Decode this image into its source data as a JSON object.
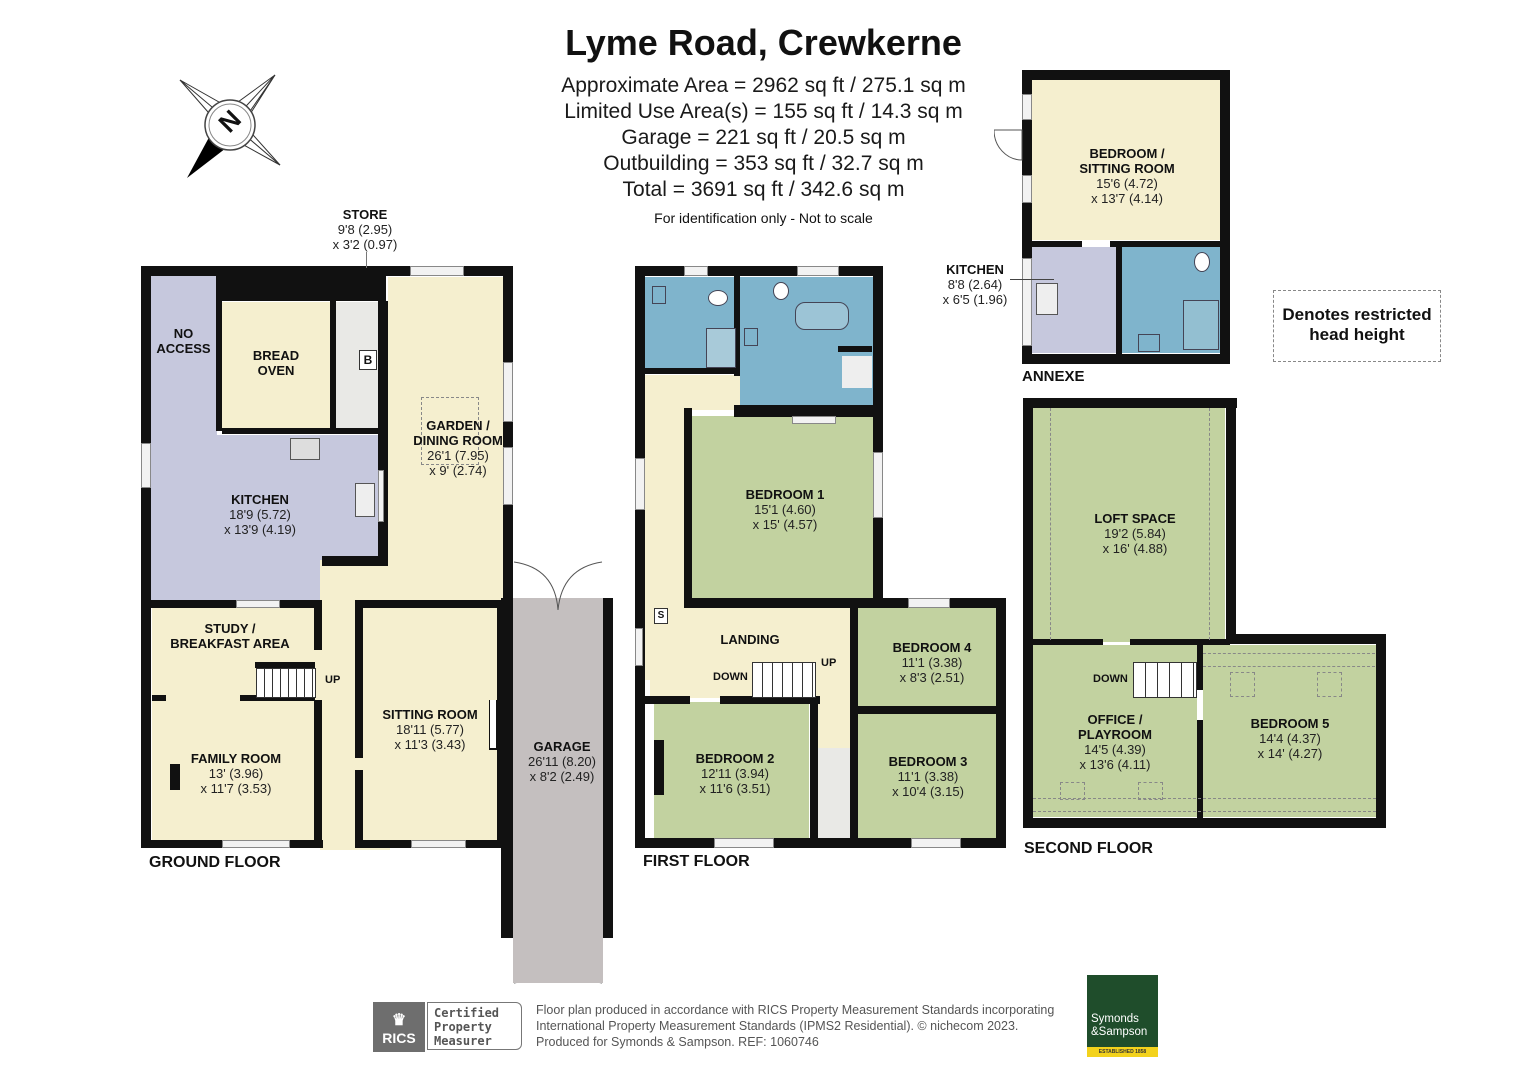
{
  "header": {
    "title": "Lyme Road, Crewkerne",
    "areas": [
      "Approximate Area = 2962 sq ft / 275.1 sq m",
      "Limited Use Area(s) = 155 sq ft / 14.3 sq m",
      "Garage = 221 sq ft / 20.5 sq m",
      "Outbuilding = 353 sq ft / 32.7 sq m",
      "Total = 3691 sq ft / 342.6 sq m"
    ],
    "note": "For identification only - Not to scale"
  },
  "compass": {
    "label": "N"
  },
  "ground_floor": {
    "label": "GROUND FLOOR",
    "rooms": {
      "store": {
        "name": "STORE",
        "dim1": "9'8 (2.95)",
        "dim2": "x 3'2 (0.97)"
      },
      "no_access": {
        "name1": "NO",
        "name2": "ACCESS"
      },
      "bread_oven": {
        "name1": "BREAD",
        "name2": "OVEN"
      },
      "boiler": {
        "name": "B"
      },
      "kitchen": {
        "name": "KITCHEN",
        "dim1": "18'9 (5.72)",
        "dim2": "x 13'9 (4.19)"
      },
      "garden_dining": {
        "name1": "GARDEN /",
        "name2": "DINING ROOM",
        "dim1": "26'1 (7.95)",
        "dim2": "x 9' (2.74)"
      },
      "study": {
        "name1": "STUDY /",
        "name2": "BREAKFAST AREA"
      },
      "family_room": {
        "name": "FAMILY ROOM",
        "dim1": "13' (3.96)",
        "dim2": "x 11'7 (3.53)"
      },
      "sitting_room": {
        "name": "SITTING ROOM",
        "dim1": "18'11 (5.77)",
        "dim2": "x 11'3 (3.43)"
      },
      "garage": {
        "name": "GARAGE",
        "dim1": "26'11 (8.20)",
        "dim2": "x 8'2 (2.49)"
      }
    },
    "stairs_label": "UP"
  },
  "first_floor": {
    "label": "FIRST FLOOR",
    "rooms": {
      "bedroom1": {
        "name": "BEDROOM 1",
        "dim1": "15'1 (4.60)",
        "dim2": "x 15' (4.57)"
      },
      "landing": {
        "name": "LANDING"
      },
      "bedroom2": {
        "name": "BEDROOM 2",
        "dim1": "12'11 (3.94)",
        "dim2": "x 11'6 (3.51)"
      },
      "bedroom3": {
        "name": "BEDROOM 3",
        "dim1": "11'1 (3.38)",
        "dim2": "x 10'4 (3.15)"
      },
      "bedroom4": {
        "name": "BEDROOM 4",
        "dim1": "11'1 (3.38)",
        "dim2": "x 8'3 (2.51)"
      },
      "store_s": {
        "name": "S"
      }
    },
    "stairs_down": "DOWN",
    "stairs_up": "UP"
  },
  "second_floor": {
    "label": "SECOND FLOOR",
    "rooms": {
      "loft": {
        "name": "LOFT SPACE",
        "dim1": "19'2 (5.84)",
        "dim2": "x 16' (4.88)"
      },
      "office": {
        "name1": "OFFICE /",
        "name2": "PLAYROOM",
        "dim1": "14'5 (4.39)",
        "dim2": "x 13'6 (4.11)"
      },
      "bedroom5": {
        "name": "BEDROOM 5",
        "dim1": "14'4 (4.37)",
        "dim2": "x 14' (4.27)"
      }
    },
    "stairs_down": "DOWN"
  },
  "annexe": {
    "label": "ANNEXE",
    "rooms": {
      "bed_sitting": {
        "name1": "BEDROOM /",
        "name2": "SITTING ROOM",
        "dim1": "15'6 (4.72)",
        "dim2": "x 13'7 (4.14)"
      },
      "kitchen": {
        "name": "KITCHEN",
        "dim1": "8'8 (2.64)",
        "dim2": "x 6'5 (1.96)"
      }
    }
  },
  "legend": {
    "line1": "Denotes restricted",
    "line2": "head height"
  },
  "footer": {
    "rics_logo": "RICS",
    "certified": [
      "Certified",
      "Property",
      "Measurer"
    ],
    "lines": [
      "Floor plan produced in accordance with RICS Property Measurement Standards incorporating",
      "International Property Measurement Standards (IPMS2 Residential).   © nichecom 2023.",
      "Produced for Symonds & Sampson.   REF:  1060746"
    ],
    "agent_logo": {
      "line1": "Symonds",
      "line2": "&Sampson",
      "tagline": "ESTABLISHED 1858"
    }
  },
  "colors": {
    "wall": "#111111",
    "living": "#f5efcf",
    "kitchen": "#c6c8dd",
    "bathroom": "#7fb4cc",
    "bedroom": "#c2d2a0",
    "garage": "#c4bfbf",
    "agent_green": "#1f4d2b",
    "agent_yellow": "#f3d21c"
  }
}
